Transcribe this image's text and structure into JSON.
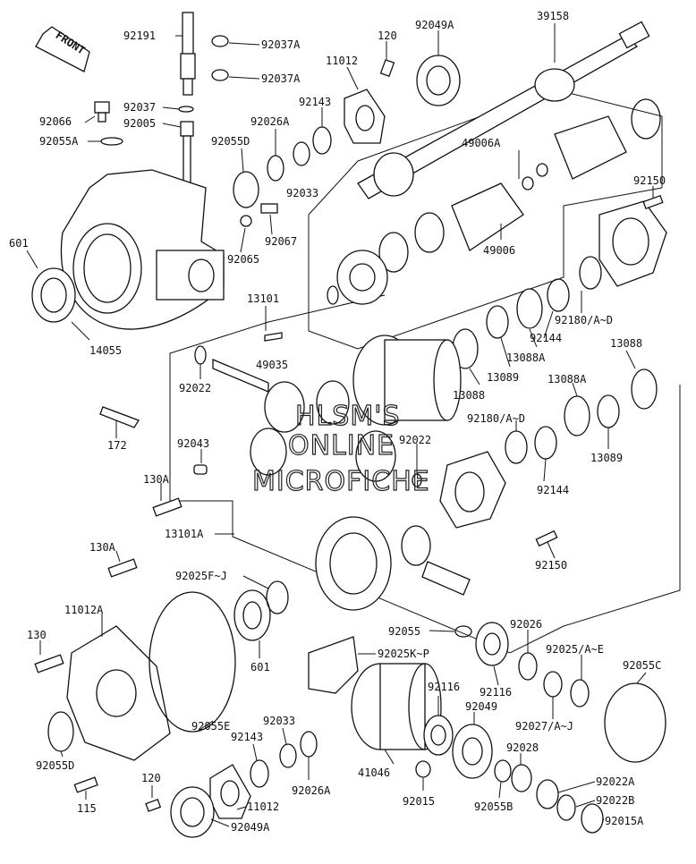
{
  "front_badge": "FRONT",
  "watermark": [
    "HLSM'S",
    "ONLINE",
    "MICROFICHE"
  ],
  "callouts": {
    "c92191": "92191",
    "c92037A_1": "92037A",
    "c92037A_2": "92037A",
    "c92037": "92037",
    "c92066": "92066",
    "c92005": "92005",
    "c92055A": "92055A",
    "c92026A": "92026A",
    "c92055D": "92055D",
    "c92143": "92143",
    "c11012": "11012",
    "c120": "120",
    "c92049A": "92049A",
    "c39158": "39158",
    "c92033": "92033",
    "c49006A": "49006A",
    "c601": "601",
    "c92065": "92065",
    "c92067": "92067",
    "c49006": "49006",
    "c92150": "92150",
    "c14055": "14055",
    "c13101": "13101",
    "c92180AD": "92180/A~D",
    "c49035": "49035",
    "c92144": "92144",
    "c13088": "13088",
    "c13088A": "13088A",
    "c92022": "92022",
    "c13089": "13089",
    "c13088_2": "13088",
    "c13088A_2": "13088A",
    "c172": "172",
    "c92180AD_2": "92180/A~D",
    "c92043": "92043",
    "c92022_2": "92022",
    "c13089_2": "13089",
    "c130A": "130A",
    "c92144_2": "92144",
    "c13101A": "13101A",
    "c92150_2": "92150",
    "c130A_2": "130A",
    "c92025FJ": "92025F~J",
    "c11012A": "11012A",
    "c130": "130",
    "c92055": "92055",
    "c92026": "92026",
    "c92025KP": "92025K~P",
    "c92025AE": "92025/A~E",
    "c92055C": "92055C",
    "c601_2": "601",
    "c92116": "92116",
    "c92116_2": "92116",
    "c92049": "92049",
    "c92055E": "92055E",
    "c92033_2": "92033",
    "c92143_2": "92143",
    "c92027AJ": "92027/A~J",
    "c92055D_2": "92055D",
    "c92028": "92028",
    "c41046": "41046",
    "c92026A_2": "92026A",
    "c92022A": "92022A",
    "c120_2": "120",
    "c92015": "92015",
    "c92055B": "92055B",
    "c92022B": "92022B",
    "c115": "115",
    "c11012_2": "11012",
    "c92049A_2": "92049A",
    "c92015A": "92015A"
  }
}
